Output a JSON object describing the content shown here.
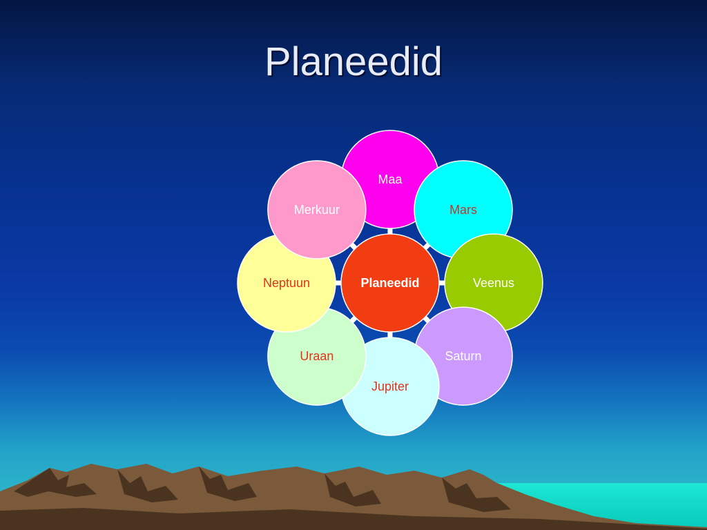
{
  "slide": {
    "title": "Planeedid"
  },
  "diagram": {
    "center": {
      "label": "Planeedid",
      "fill": "#f23c12",
      "text_color": "#ffffff"
    },
    "nodes": [
      {
        "id": "maa",
        "label": "Maa",
        "fill": "#ff00ee",
        "text_color": "#ffffff"
      },
      {
        "id": "mars",
        "label": "Mars",
        "fill": "#00ffff",
        "text_color": "#c0392b"
      },
      {
        "id": "veenus",
        "label": "Veenus",
        "fill": "#99cc00",
        "text_color": "#ffffff"
      },
      {
        "id": "saturn",
        "label": "Saturn",
        "fill": "#cc99ff",
        "text_color": "#ffffff"
      },
      {
        "id": "jupiter",
        "label": "Jupiter",
        "fill": "#ccffff",
        "text_color": "#e0341c"
      },
      {
        "id": "uraan",
        "label": "Uraan",
        "fill": "#ccffcc",
        "text_color": "#e0341c"
      },
      {
        "id": "neptuun",
        "label": "Neptuun",
        "fill": "#ffff99",
        "text_color": "#e0341c"
      },
      {
        "id": "merkuur",
        "label": "Merkuur",
        "fill": "#ff99cc",
        "text_color": "#ffffff"
      }
    ],
    "connector_color": "#ffffff",
    "node_border_color": "#ffffff"
  }
}
